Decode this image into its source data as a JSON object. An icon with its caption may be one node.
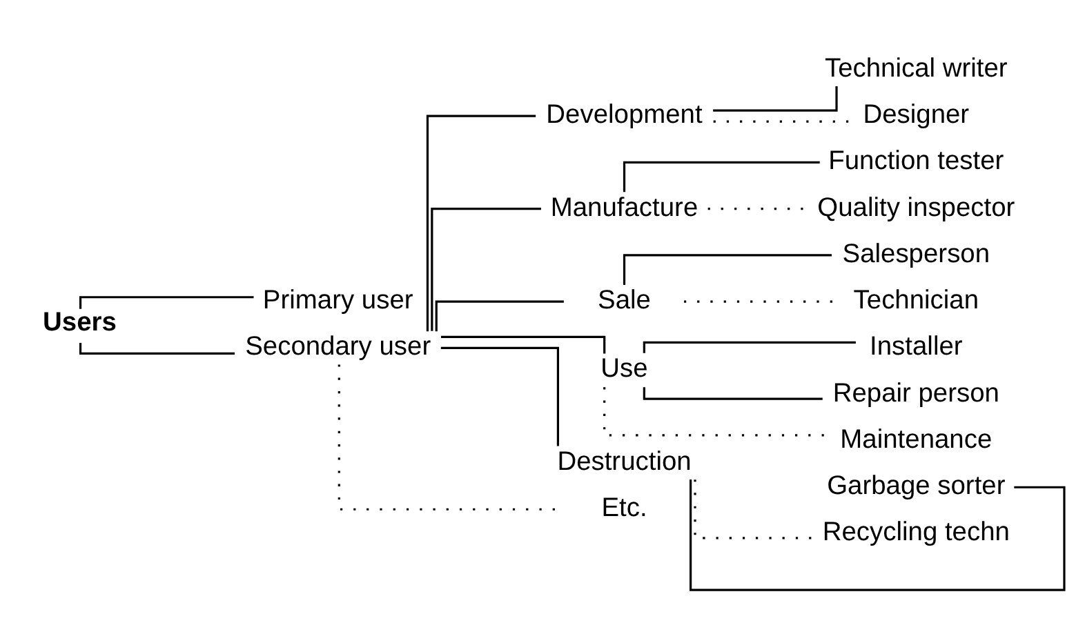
{
  "diagram": {
    "nodes": [
      {
        "text": [
          "Users"
        ]
      },
      {
        "text": [
          "Primary user"
        ]
      },
      {
        "text": [
          "Secondary user"
        ]
      },
      {
        "text": [
          "Development"
        ]
      },
      {
        "text": [
          "Technical writer"
        ]
      },
      {
        "text": [
          "Designer"
        ]
      },
      {
        "text": [
          "Manufacture"
        ]
      },
      {
        "text": [
          "Function tester"
        ]
      },
      {
        "text": [
          "Quality inspector"
        ]
      },
      {
        "text": [
          "Sale"
        ]
      },
      {
        "text": [
          "Salesperson"
        ]
      },
      {
        "text": [
          "Technician"
        ]
      },
      {
        "text": [
          "Use"
        ]
      },
      {
        "text": [
          "Installer"
        ]
      },
      {
        "text": [
          "Repair person"
        ]
      },
      {
        "text": [
          "Maintenance"
        ]
      },
      {
        "text": [
          "Destruction"
        ]
      },
      {
        "text": [
          "Garbage sorter"
        ]
      },
      {
        "text": [
          "Recycling techn"
        ]
      },
      {
        "text": [
          "Etc."
        ]
      }
    ],
    "edges": [
      {
        "from": 0,
        "to": 1,
        "arrow": "none"
      },
      {
        "from": 0,
        "to": 2,
        "arrow": "none"
      },
      {
        "from": 2,
        "to": 3,
        "arrow": "none"
      },
      {
        "from": 2,
        "to": 6,
        "arrow": "none"
      },
      {
        "from": 2,
        "to": 9,
        "arrow": "none"
      },
      {
        "from": 2,
        "to": 12,
        "arrow": "none"
      },
      {
        "from": 2,
        "to": 16,
        "arrow": "none"
      },
      {
        "from": 2,
        "to": 19,
        "arrow": "none",
        "style": "dashed"
      },
      {
        "from": 3,
        "to": 4,
        "arrow": "none"
      },
      {
        "from": 3,
        "to": 5,
        "arrow": "none",
        "style": "dashed"
      },
      {
        "from": 6,
        "to": 7,
        "arrow": "none"
      },
      {
        "from": 6,
        "to": 8,
        "arrow": "none",
        "style": "dashed"
      },
      {
        "from": 9,
        "to": 10,
        "arrow": "none"
      },
      {
        "from": 9,
        "to": 11,
        "arrow": "none",
        "style": "dashed"
      },
      {
        "from": 12,
        "to": 13,
        "arrow": "none"
      },
      {
        "from": 12,
        "to": 14,
        "arrow": "none"
      },
      {
        "from": 12,
        "to": 15,
        "arrow": "none",
        "style": "dashed"
      },
      {
        "from": 16,
        "to": 17,
        "arrow": "none"
      },
      {
        "from": 16,
        "to": 18,
        "arrow": "none",
        "style": "dashed"
      }
    ]
  }
}
